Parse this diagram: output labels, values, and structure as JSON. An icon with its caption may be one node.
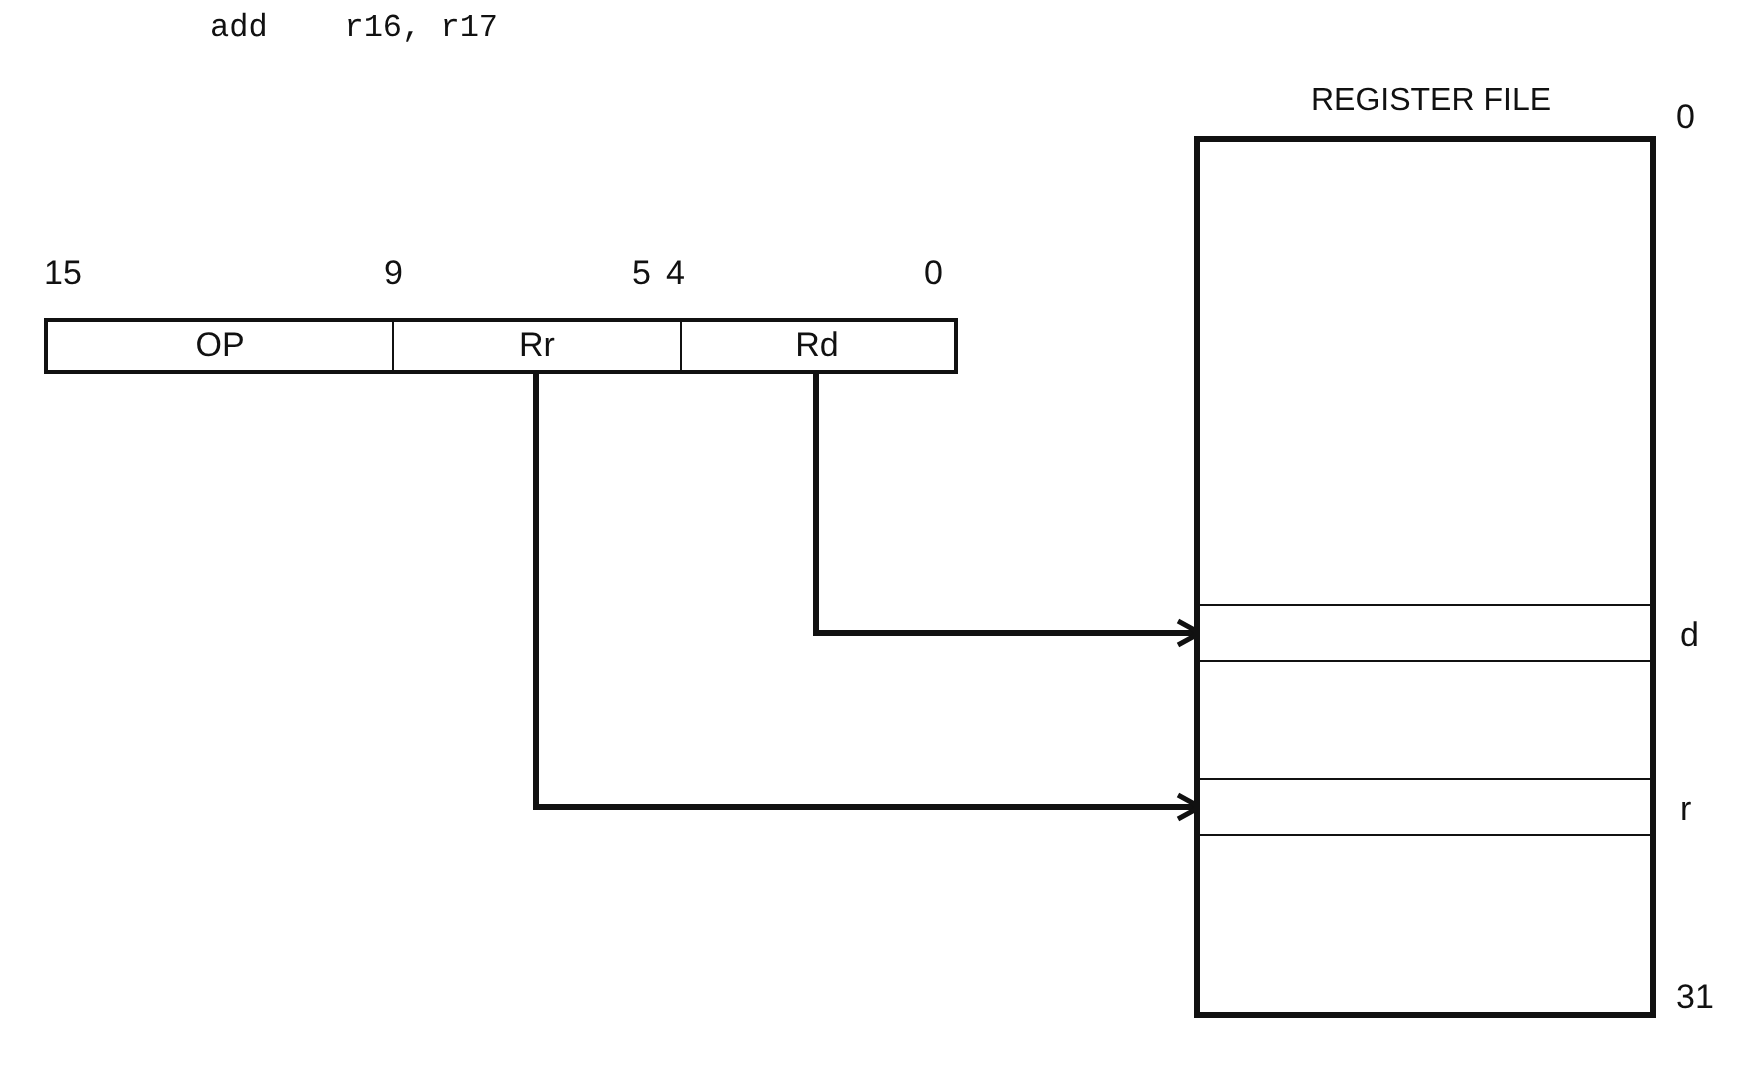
{
  "diagram": {
    "nodes": [
      {
        "text": [],
        "shape": "box"
      },
      {
        "text": [
          "OP"
        ],
        "in": 0
      },
      {
        "text": [
          "Rr"
        ],
        "in": 0
      },
      {
        "text": [
          "Rd"
        ],
        "in": 0
      },
      {
        "text": [
          "REGISTER FILE"
        ]
      },
      {
        "text": [],
        "shape": "box",
        "in": 4,
        "beside": [
          "d"
        ]
      },
      {
        "text": [],
        "shape": "box",
        "in": 4,
        "beside": [
          "r"
        ]
      }
    ],
    "edges": [
      {
        "from": 3,
        "to": 5,
        "arrow": "to"
      },
      {
        "from": 2,
        "to": 6,
        "arrow": "to"
      }
    ],
    "labels": [
      "add    r16, r17",
      "15",
      "9",
      "5",
      "4",
      "0",
      "0",
      "31"
    ]
  }
}
